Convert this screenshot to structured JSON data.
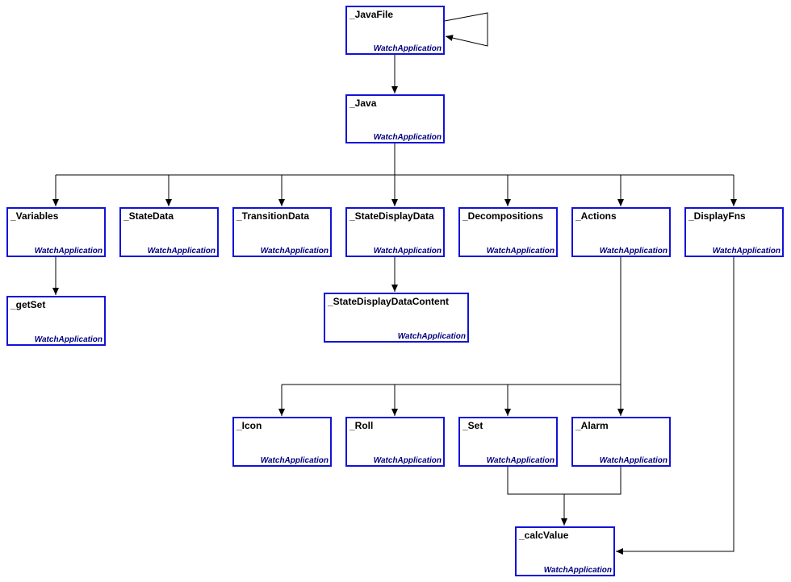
{
  "diagram": {
    "colors": {
      "node_border": "#1212d8",
      "subtitle": "#000080",
      "edge": "#000000"
    },
    "nodes": [
      {
        "id": "javafile",
        "title": "_JavaFile",
        "subtitle": "WatchApplication"
      },
      {
        "id": "java",
        "title": "_Java",
        "subtitle": "WatchApplication"
      },
      {
        "id": "variables",
        "title": "_Variables",
        "subtitle": "WatchApplication"
      },
      {
        "id": "statedata",
        "title": "_StateData",
        "subtitle": "WatchApplication"
      },
      {
        "id": "transitiondata",
        "title": "_TransitionData",
        "subtitle": "WatchApplication"
      },
      {
        "id": "statedisplaydata",
        "title": "_StateDisplayData",
        "subtitle": "WatchApplication"
      },
      {
        "id": "decompositions",
        "title": "_Decompositions",
        "subtitle": "WatchApplication"
      },
      {
        "id": "actions",
        "title": "_Actions",
        "subtitle": "WatchApplication"
      },
      {
        "id": "displayfns",
        "title": "_DisplayFns",
        "subtitle": "WatchApplication"
      },
      {
        "id": "getset",
        "title": "_getSet",
        "subtitle": "WatchApplication"
      },
      {
        "id": "statedisplaydatacontent",
        "title": "_StateDisplayDataContent",
        "subtitle": "WatchApplication"
      },
      {
        "id": "icon",
        "title": "_Icon",
        "subtitle": "WatchApplication"
      },
      {
        "id": "roll",
        "title": "_Roll",
        "subtitle": "WatchApplication"
      },
      {
        "id": "set",
        "title": "_Set",
        "subtitle": "WatchApplication"
      },
      {
        "id": "alarm",
        "title": "_Alarm",
        "subtitle": "WatchApplication"
      },
      {
        "id": "calcvalue",
        "title": "_calcValue",
        "subtitle": "WatchApplication"
      }
    ],
    "edges": [
      {
        "from": "javafile",
        "to": "javafile"
      },
      {
        "from": "javafile",
        "to": "java"
      },
      {
        "from": "java",
        "to": "variables"
      },
      {
        "from": "java",
        "to": "statedata"
      },
      {
        "from": "java",
        "to": "transitiondata"
      },
      {
        "from": "java",
        "to": "statedisplaydata"
      },
      {
        "from": "java",
        "to": "decompositions"
      },
      {
        "from": "java",
        "to": "actions"
      },
      {
        "from": "java",
        "to": "displayfns"
      },
      {
        "from": "variables",
        "to": "getset"
      },
      {
        "from": "statedisplaydata",
        "to": "statedisplaydatacontent"
      },
      {
        "from": "actions",
        "to": "icon"
      },
      {
        "from": "actions",
        "to": "roll"
      },
      {
        "from": "actions",
        "to": "set"
      },
      {
        "from": "actions",
        "to": "alarm"
      },
      {
        "from": "set",
        "to": "calcvalue"
      },
      {
        "from": "alarm",
        "to": "calcvalue"
      },
      {
        "from": "displayfns",
        "to": "calcvalue"
      }
    ]
  }
}
